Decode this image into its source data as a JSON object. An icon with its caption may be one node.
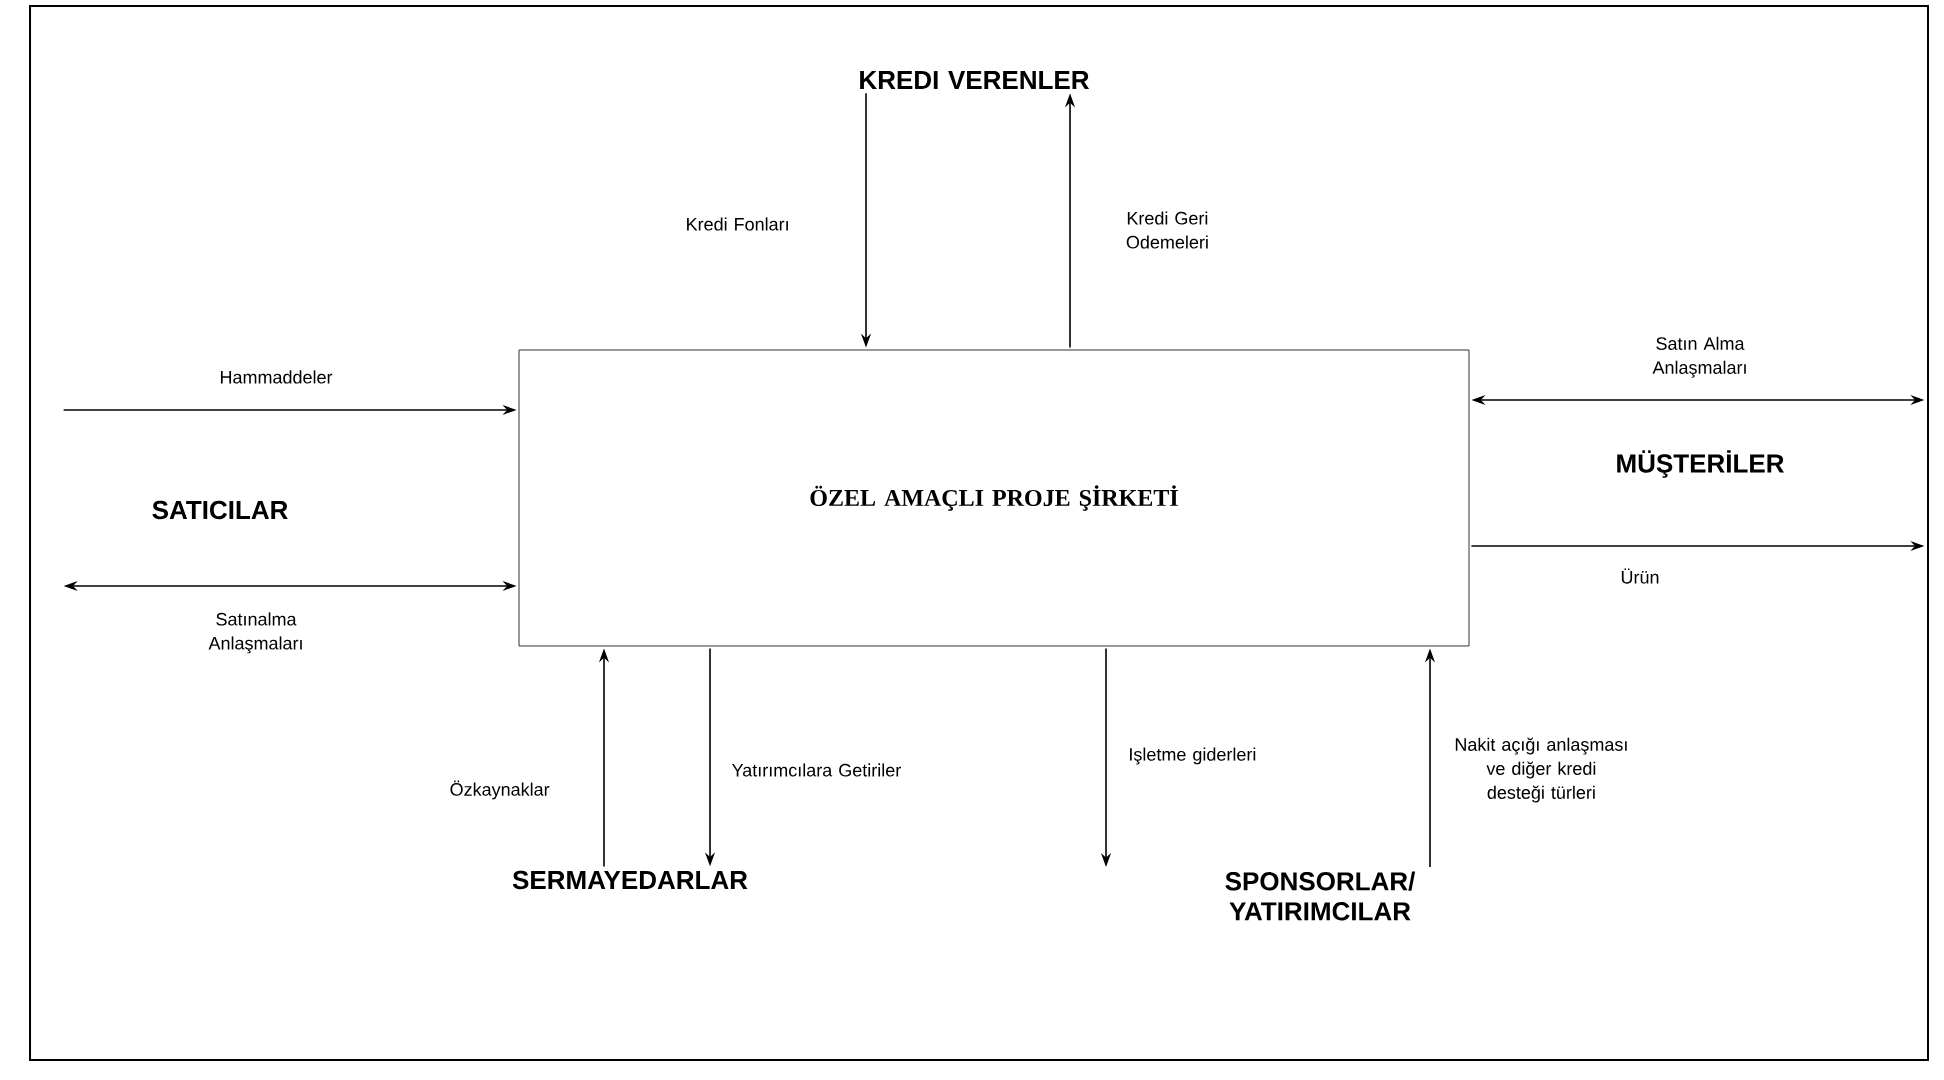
{
  "diagram": {
    "nodes": [
      {
        "text": [
          "ÖZEL AMAÇLI PROJE ŞİRKETİ"
        ]
      },
      {
        "text": [
          "KREDI VERENLER"
        ]
      },
      {
        "text": [
          "SATICILAR"
        ]
      },
      {
        "text": [
          "MÜŞTERİLER"
        ]
      },
      {
        "text": [
          "SERMAYEDARLAR"
        ]
      },
      {
        "text": [
          "SPONSORLAR/ YATIRIMCILAR"
        ]
      }
    ],
    "edges": [
      {
        "from": 1,
        "to": 0,
        "arrow": "to",
        "label": "Kredi Fonları"
      },
      {
        "from": 0,
        "to": 1,
        "arrow": "to",
        "label": "Kredi Geri Odemeleri"
      },
      {
        "from": 2,
        "to": 0,
        "arrow": "to",
        "label": "Hammaddeler"
      },
      {
        "from": 2,
        "to": 0,
        "arrow": "both",
        "label": "Satınalma Anlaşmaları"
      },
      {
        "from": 0,
        "to": 3,
        "arrow": "both",
        "label": "Satın Alma Anlaşmaları"
      },
      {
        "from": 0,
        "to": 3,
        "arrow": "to",
        "label": "Ürün"
      },
      {
        "from": 4,
        "to": 0,
        "arrow": "to",
        "label": "Özkaynaklar"
      },
      {
        "from": 0,
        "to": 4,
        "arrow": "to",
        "label": "Yatırımcılara Getiriler"
      },
      {
        "from": 0,
        "to": 5,
        "arrow": "to",
        "label": "Işletme giderleri"
      },
      {
        "from": 5,
        "to": 0,
        "arrow": "to",
        "label": "Nakit açığı anlaşması ve diğer kredi desteği türleri"
      }
    ]
  }
}
